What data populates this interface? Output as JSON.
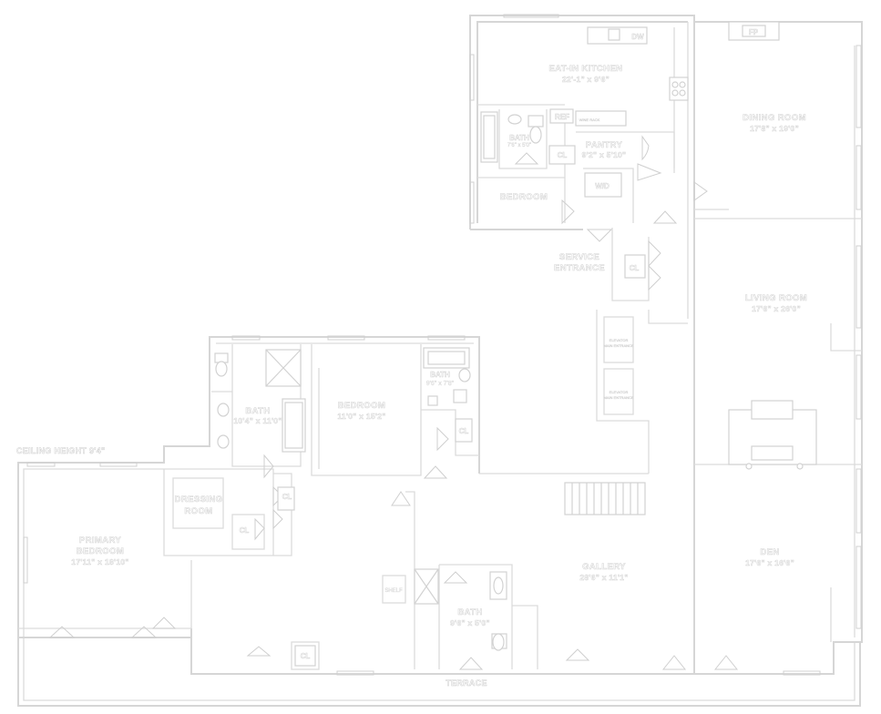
{
  "rooms": {
    "eat_in_kitchen": {
      "name": "EAT-IN KITCHEN",
      "dims": "22'-1\" x 9'6\""
    },
    "kitchen_bath": {
      "name": "BATH",
      "dims": "7'6\" x 5'0\""
    },
    "pantry": {
      "name": "PANTRY",
      "dims": "9'2\" x 5'10\""
    },
    "staff_bedroom": {
      "name": "BEDROOM"
    },
    "dining_room": {
      "name": "DINING ROOM",
      "dims": "17'8\" x 19'0\""
    },
    "service_entrance": {
      "name_line1": "SERVICE",
      "name_line2": "ENTRANCE"
    },
    "living_room": {
      "name": "LIVING ROOM",
      "dims": "17'6\" x 26'0\""
    },
    "bath_main": {
      "name": "BATH",
      "dims": "10'4\" x 11'0\""
    },
    "bedroom": {
      "name": "BEDROOM",
      "dims": "11'0\" x 15'2\""
    },
    "bath_bedroom": {
      "name": "BATH",
      "dims": "9'6\" x 7'8\""
    },
    "dressing_room": {
      "name_line1": "DRESSING",
      "name_line2": "ROOM"
    },
    "primary_bedroom": {
      "name_line1": "PRIMARY",
      "name_line2": "BEDROOM",
      "dims": "17'11\" x 18'10\""
    },
    "gallery": {
      "name": "GALLERY",
      "dims": "28'6\" x 11'1\""
    },
    "den": {
      "name": "DEN",
      "dims": "17'6\" x 16'6\""
    },
    "powder_bath": {
      "name": "BATH",
      "dims": "9'6\" x 5'0\""
    }
  },
  "labels": {
    "fp": "FP",
    "dw": "DW",
    "ref": "REF",
    "wine_rack": "WINE RACK",
    "cl": "CL",
    "wd": "W/D",
    "shelf": "SHELF",
    "elevator_1": "ELEVATOR",
    "elevator_1b": "MAIN ENTRANCE",
    "elevator_2": "ELEVATOR",
    "elevator_2b": "MAIN ENTRANCE"
  },
  "notes": {
    "ceiling_height": "CEILING HEIGHT 9'4\"",
    "terrace": "TERRACE"
  }
}
